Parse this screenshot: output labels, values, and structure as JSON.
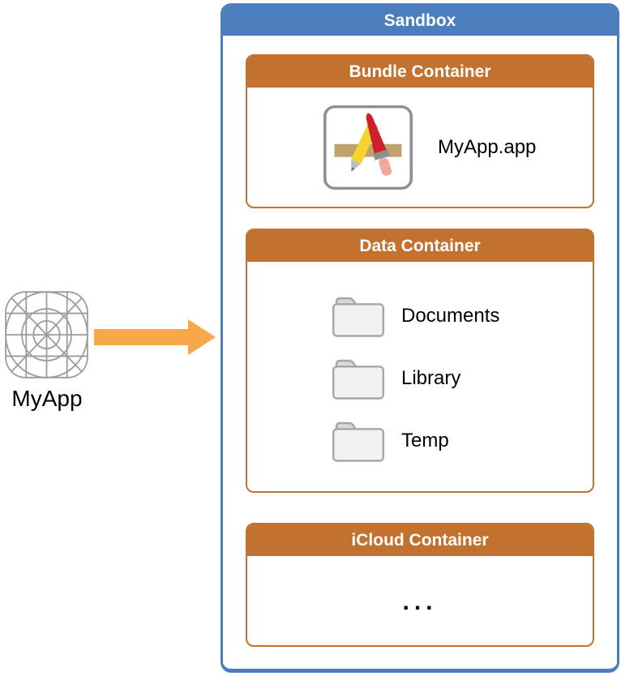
{
  "source_app": {
    "label": "MyApp"
  },
  "sandbox": {
    "title": "Sandbox",
    "bundle_container": {
      "title": "Bundle Container",
      "app": {
        "label": "MyApp.app"
      }
    },
    "data_container": {
      "title": "Data Container",
      "folders": [
        {
          "label": "Documents"
        },
        {
          "label": "Library"
        },
        {
          "label": "Temp"
        }
      ]
    },
    "icloud_container": {
      "title": "iCloud Container",
      "placeholder": "..."
    }
  },
  "colors": {
    "sandbox_blue": "#4C7EBE",
    "container_orange": "#C2722E",
    "arrow_orange": "#F7A848"
  }
}
